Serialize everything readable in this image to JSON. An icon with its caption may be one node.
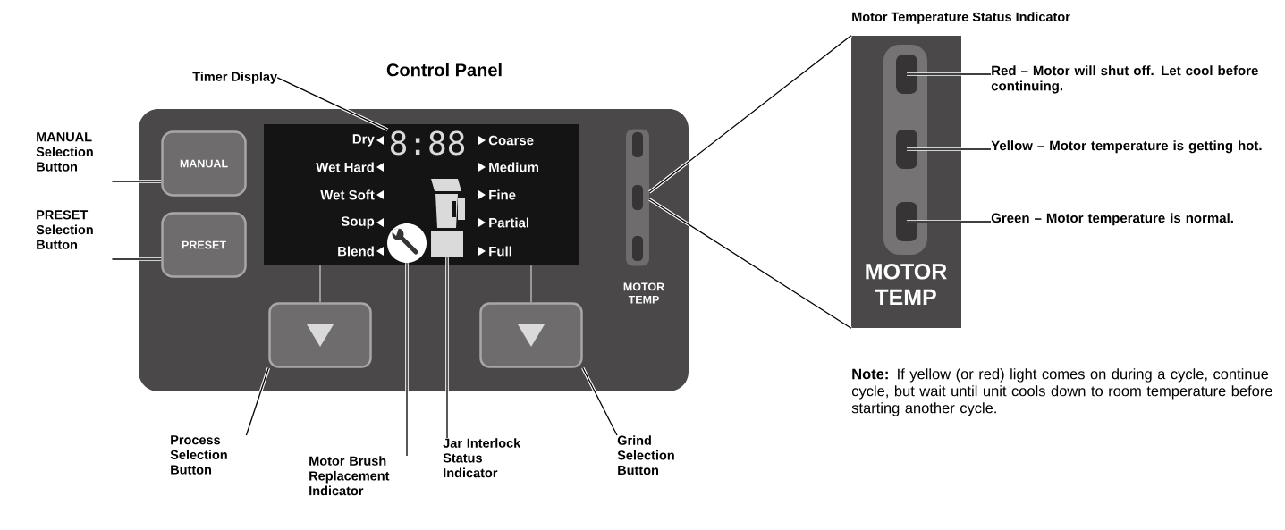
{
  "diagram": {
    "title": "Control Panel",
    "nodes": [
      {
        "text": [],
        "shape": "box"
      },
      {
        "text": [
          "MANUAL"
        ],
        "in": 0
      },
      {
        "text": [
          "PRESET"
        ],
        "in": 0
      },
      {
        "text": [
          "Dry",
          "Wet Hard",
          "Wet Soft",
          "Soup",
          "Blend",
          "Coarse",
          "Medium",
          "Fine",
          "Partial",
          "Full"
        ],
        "in": 0
      },
      {
        "text": [
          "8:88"
        ],
        "in": 3
      },
      {
        "text": [],
        "shape": "circle",
        "in": 3
      },
      {
        "text": [],
        "shape": "jar",
        "in": 3
      },
      {
        "text": [],
        "shape": "box",
        "in": 0
      },
      {
        "text": [],
        "shape": "box",
        "in": 0
      },
      {
        "text": [],
        "shape": "bar",
        "in": 0,
        "beside": [
          "MOTOR TEMP"
        ]
      },
      {
        "text": [
          "Motor Temperature Status Indicator",
          "MOTOR TEMP"
        ]
      },
      {
        "text": [],
        "shape": "bar",
        "in": 10
      },
      {
        "text": [],
        "shape": "box",
        "in": 11
      },
      {
        "text": [],
        "shape": "box",
        "in": 11
      },
      {
        "text": [],
        "shape": "box",
        "in": 11
      },
      {
        "text": [
          "Red – Motor will shut off. Let cool before continuing."
        ]
      },
      {
        "text": [
          "Yellow – Motor temperature is getting hot."
        ]
      },
      {
        "text": [
          "Green – Motor temperature is normal."
        ]
      },
      {
        "text": [
          "Timer Display"
        ]
      },
      {
        "text": [
          "MANUAL Selection Button"
        ]
      },
      {
        "text": [
          "PRESET Selection Button"
        ]
      },
      {
        "text": [
          "Process Selection Button"
        ]
      },
      {
        "text": [
          "Motor Brush Replacement Indicator"
        ]
      },
      {
        "text": [
          "Jar Interlock Status Indicator"
        ]
      },
      {
        "text": [
          "Grind Selection Button"
        ]
      }
    ],
    "edges": [
      {
        "from": 18,
        "to": 4,
        "arrow": "none"
      },
      {
        "from": 19,
        "to": 1,
        "arrow": "none"
      },
      {
        "from": 20,
        "to": 2,
        "arrow": "none"
      },
      {
        "from": 21,
        "to": 7,
        "arrow": "none"
      },
      {
        "from": 22,
        "to": 5,
        "arrow": "none"
      },
      {
        "from": 23,
        "to": 6,
        "arrow": "none"
      },
      {
        "from": 24,
        "to": 8,
        "arrow": "none"
      },
      {
        "from": 15,
        "to": 12,
        "arrow": "none"
      },
      {
        "from": 16,
        "to": 13,
        "arrow": "none"
      },
      {
        "from": 17,
        "to": 14,
        "arrow": "none"
      },
      {
        "from": 9,
        "to": 10,
        "arrow": "none"
      },
      {
        "from": 9,
        "to": 10,
        "arrow": "none"
      },
      {
        "from": 3,
        "to": 7,
        "arrow": "none",
        "color": "#9a9798"
      },
      {
        "from": 3,
        "to": 8,
        "arrow": "none",
        "color": "#9a9798"
      }
    ],
    "labels": [
      "**Note:** If yellow (or red) light comes on during a cycle, continue cycle, but wait until unit cools down to room temperature before starting another cycle."
    ]
  }
}
